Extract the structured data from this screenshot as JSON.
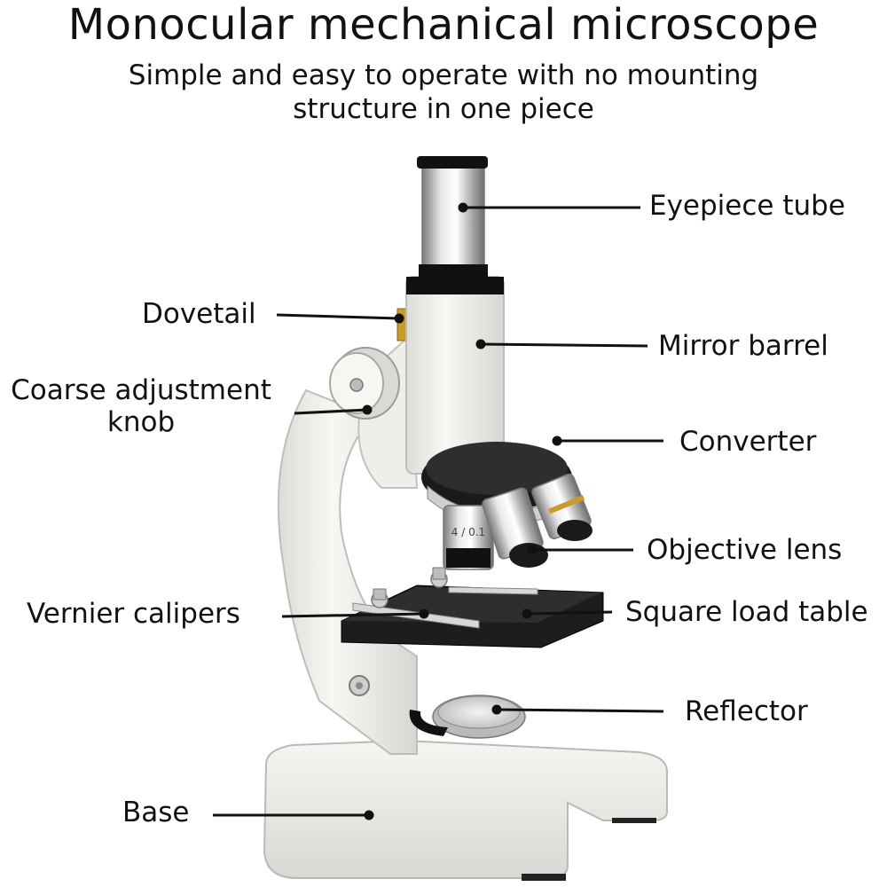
{
  "title": "Monocular mechanical microscope",
  "subtitle_line1": "Simple and easy to operate with no mounting",
  "subtitle_line2": "structure in one piece",
  "labels": {
    "eyepiece_tube": "Eyepiece tube",
    "dovetail": "Dovetail",
    "mirror_barrel": "Mirror barrel",
    "coarse_knob_line1": "Coarse adjustment",
    "coarse_knob_line2": "knob",
    "converter": "Converter",
    "objective_lens": "Objective lens",
    "vernier_calipers": "Vernier calipers",
    "square_load_table": "Square load table",
    "reflector": "Reflector",
    "base": "Base"
  },
  "objective_marking": "4 / 0.1",
  "colors": {
    "body": "#f2f2ee",
    "metal": "#c8c8c8",
    "dark": "#1a1a1a",
    "accent_gold": "#c89b2a"
  }
}
